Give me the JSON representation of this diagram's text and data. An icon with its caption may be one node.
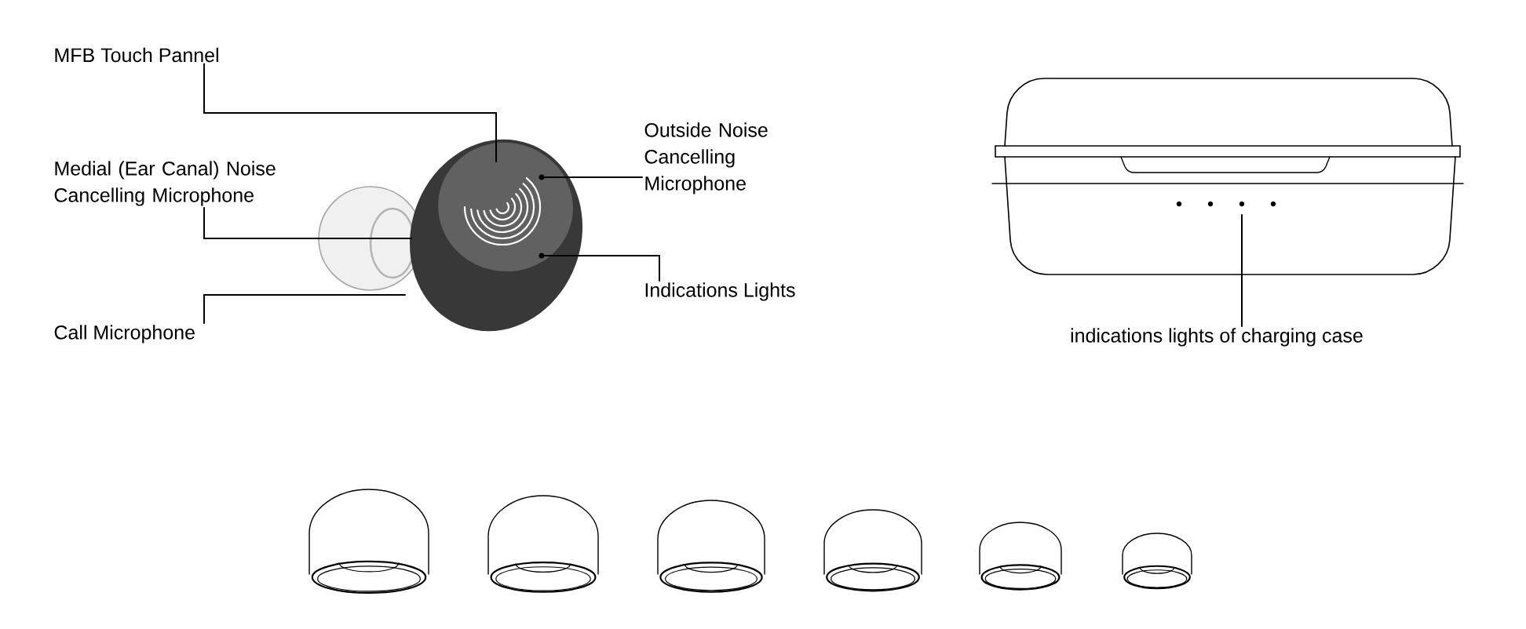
{
  "diagram": {
    "nodes": [
      {
        "text": [
          "MFB Touch Pannel"
        ]
      },
      {
        "text": [
          "Medial (Ear Canal) Noise Cancelling Microphone"
        ]
      },
      {
        "text": [
          "Call Microphone"
        ]
      },
      {
        "text": [
          "Outside Noise Cancelling Microphone"
        ]
      },
      {
        "text": [
          "Indications Lights"
        ]
      },
      {
        "text": [
          "indications lights of charging case"
        ]
      },
      {
        "text": [],
        "shape": "circle"
      },
      {
        "text": [],
        "shape": "circle"
      }
    ],
    "edges": [
      {
        "from": 0,
        "to": null,
        "arrow": "none"
      },
      {
        "from": 1,
        "to": null,
        "arrow": "none"
      },
      {
        "from": 2,
        "to": null,
        "arrow": "none"
      },
      {
        "from": 3,
        "to": 6,
        "arrow": "none"
      },
      {
        "from": 4,
        "to": 7,
        "arrow": "none"
      },
      {
        "from": 5,
        "to": null,
        "arrow": "none"
      }
    ]
  }
}
